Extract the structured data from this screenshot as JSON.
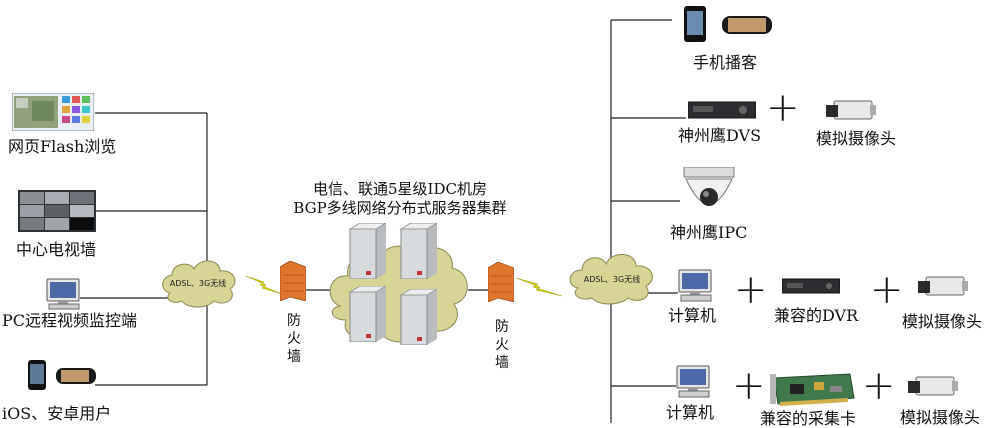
{
  "title": {
    "line1": "电信、联通5星级IDC机房",
    "line2": "BGP多线网络分布式服务器集群"
  },
  "left_clients": [
    {
      "label": "网页Flash浏览",
      "icon": "web-flash-screen-icon"
    },
    {
      "label": "中心电视墙",
      "icon": "video-wall-icon"
    },
    {
      "label": "PC远程视频监控端",
      "icon": "pc-monitor-icon"
    },
    {
      "label": "iOS、安卓用户",
      "icon": "smartphone-icon"
    }
  ],
  "clouds": {
    "left": "ADSL、3G无线",
    "right": "ADSL、3G无线"
  },
  "firewalls": {
    "left": "防火墙",
    "right": "防火墙"
  },
  "right_devices": [
    {
      "label": "手机播客",
      "icon": "mobile-phone-icon"
    },
    {
      "label": "神州鹰DVS",
      "icon": "dvs-box-icon",
      "plus": "+",
      "camera_label": "模拟摄像头"
    },
    {
      "label": "神州鹰IPC",
      "icon": "dome-camera-icon"
    },
    {
      "label": "计算机",
      "icon": "computer-icon",
      "plus": "+",
      "middle_label": "兼容的DVR",
      "plus2": "+",
      "camera_label": "模拟摄像头"
    },
    {
      "label": "计算机",
      "icon": "computer-icon",
      "plus": "+",
      "middle_label": "兼容的采集卡",
      "plus2": "+",
      "camera_label": "模拟摄像头"
    }
  ],
  "colors": {
    "line": "#222222",
    "cloud_fill": "#d8d496",
    "server_fill": "#d3d6d8",
    "server_led": "#c83232",
    "firewall": "#e0752c",
    "lightning": "#d7d800"
  }
}
